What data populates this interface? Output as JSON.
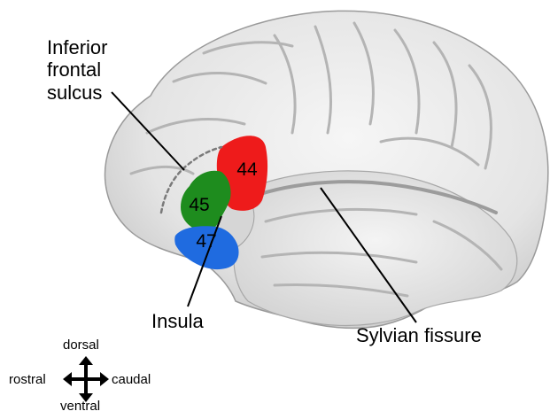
{
  "labels": {
    "ifs_line1": "Inferior",
    "ifs_line2": "frontal",
    "ifs_line3": "sulcus",
    "insula": "Insula",
    "sylvian": "Sylvian fissure"
  },
  "areas": {
    "a44": {
      "label": "44",
      "color": "#ee1b1b"
    },
    "a45": {
      "label": "45",
      "color": "#1e8c1e"
    },
    "a47": {
      "label": "47",
      "color": "#1f6be0"
    }
  },
  "compass": {
    "dorsal": "dorsal",
    "ventral": "ventral",
    "rostral": "rostral",
    "caudal": "caudal"
  },
  "colors": {
    "brain_surface": "#e6e6e6",
    "sulcus_shading": "#b9b9b9",
    "outline": "#8c8c8c"
  }
}
